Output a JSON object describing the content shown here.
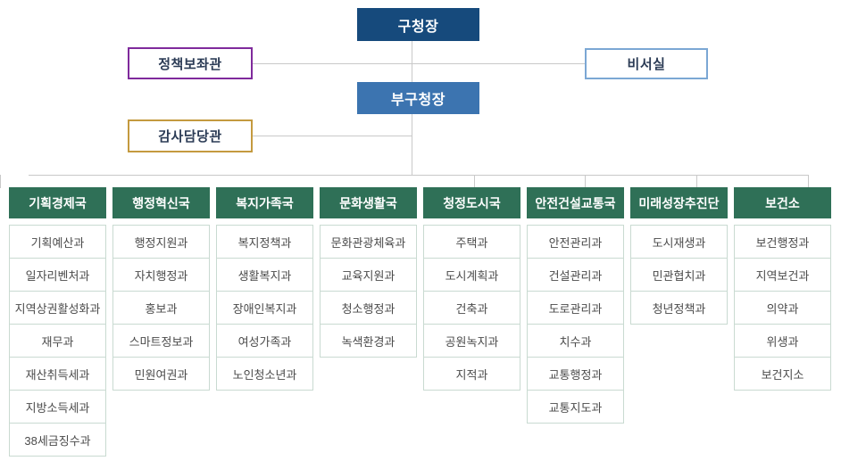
{
  "org": {
    "mayor": "구청장",
    "policy_advisor": "정책보좌관",
    "secretariat": "비서실",
    "deputy_mayor": "부구청장",
    "audit_officer": "감사담당관",
    "departments": [
      {
        "name": "기획경제국",
        "divisions": [
          "기획예산과",
          "일자리벤처과",
          "지역상권활성화과",
          "재무과",
          "재산취득세과",
          "지방소득세과",
          "38세금징수과"
        ]
      },
      {
        "name": "행정혁신국",
        "divisions": [
          "행정지원과",
          "자치행정과",
          "홍보과",
          "스마트정보과",
          "민원여권과"
        ]
      },
      {
        "name": "복지가족국",
        "divisions": [
          "복지정책과",
          "생활복지과",
          "장애인복지과",
          "여성가족과",
          "노인청소년과"
        ]
      },
      {
        "name": "문화생활국",
        "divisions": [
          "문화관광체육과",
          "교육지원과",
          "청소행정과",
          "녹색환경과"
        ]
      },
      {
        "name": "청정도시국",
        "divisions": [
          "주택과",
          "도시계획과",
          "건축과",
          "공원녹지과",
          "지적과"
        ]
      },
      {
        "name": "안전건설교통국",
        "divisions": [
          "안전관리과",
          "건설관리과",
          "도로관리과",
          "치수과",
          "교통행정과",
          "교통지도과"
        ]
      },
      {
        "name": "미래성장추진단",
        "divisions": [
          "도시재생과",
          "민관협치과",
          "청년정책과"
        ]
      },
      {
        "name": "보건소",
        "divisions": [
          "보건행정과",
          "지역보건과",
          "의약과",
          "위생과",
          "보건지소"
        ]
      }
    ]
  },
  "colors": {
    "mayor_bg": "#164a7c",
    "deputy_mayor_bg": "#3c74b0",
    "policy_advisor_border": "#7f2a9c",
    "secretariat_border": "#7ba7d4",
    "audit_officer_border": "#c49a3f",
    "department_header_bg": "#2f7057",
    "division_border": "#c9dad1",
    "connector_line": "#c9c9c9"
  }
}
